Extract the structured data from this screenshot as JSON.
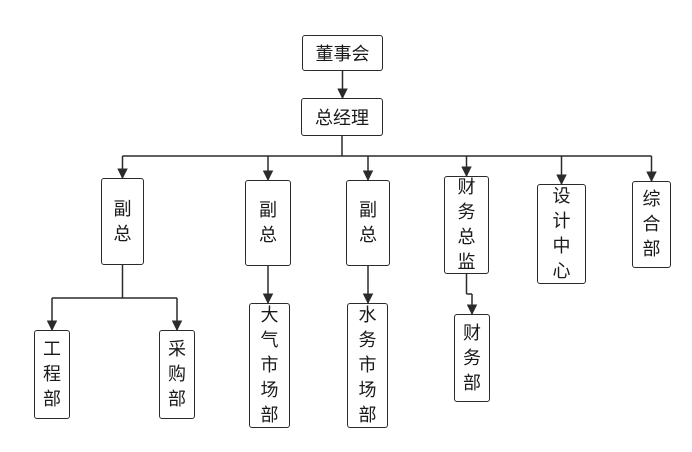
{
  "nodes": {
    "board": "董事会",
    "gm": "总经理",
    "vp1": "副总",
    "vp2": "副总",
    "vp3": "副总",
    "cfo": "财务总监",
    "design": "设计中心",
    "general": "综合部",
    "engineering": "工程部",
    "purchasing": "采购部",
    "gas_market": "大气市场部",
    "water_market": "水务市场部",
    "finance": "财务部"
  },
  "edges": [
    [
      "board",
      "gm"
    ],
    [
      "gm",
      "vp1"
    ],
    [
      "gm",
      "vp2"
    ],
    [
      "gm",
      "vp3"
    ],
    [
      "gm",
      "cfo"
    ],
    [
      "gm",
      "design"
    ],
    [
      "gm",
      "general"
    ],
    [
      "vp1",
      "engineering"
    ],
    [
      "vp1",
      "purchasing"
    ],
    [
      "vp2",
      "gas_market"
    ],
    [
      "vp3",
      "water_market"
    ],
    [
      "cfo",
      "finance"
    ]
  ],
  "colors": {
    "stroke": "#2b2b2b",
    "text": "#1a1a1a",
    "background": "#ffffff"
  }
}
